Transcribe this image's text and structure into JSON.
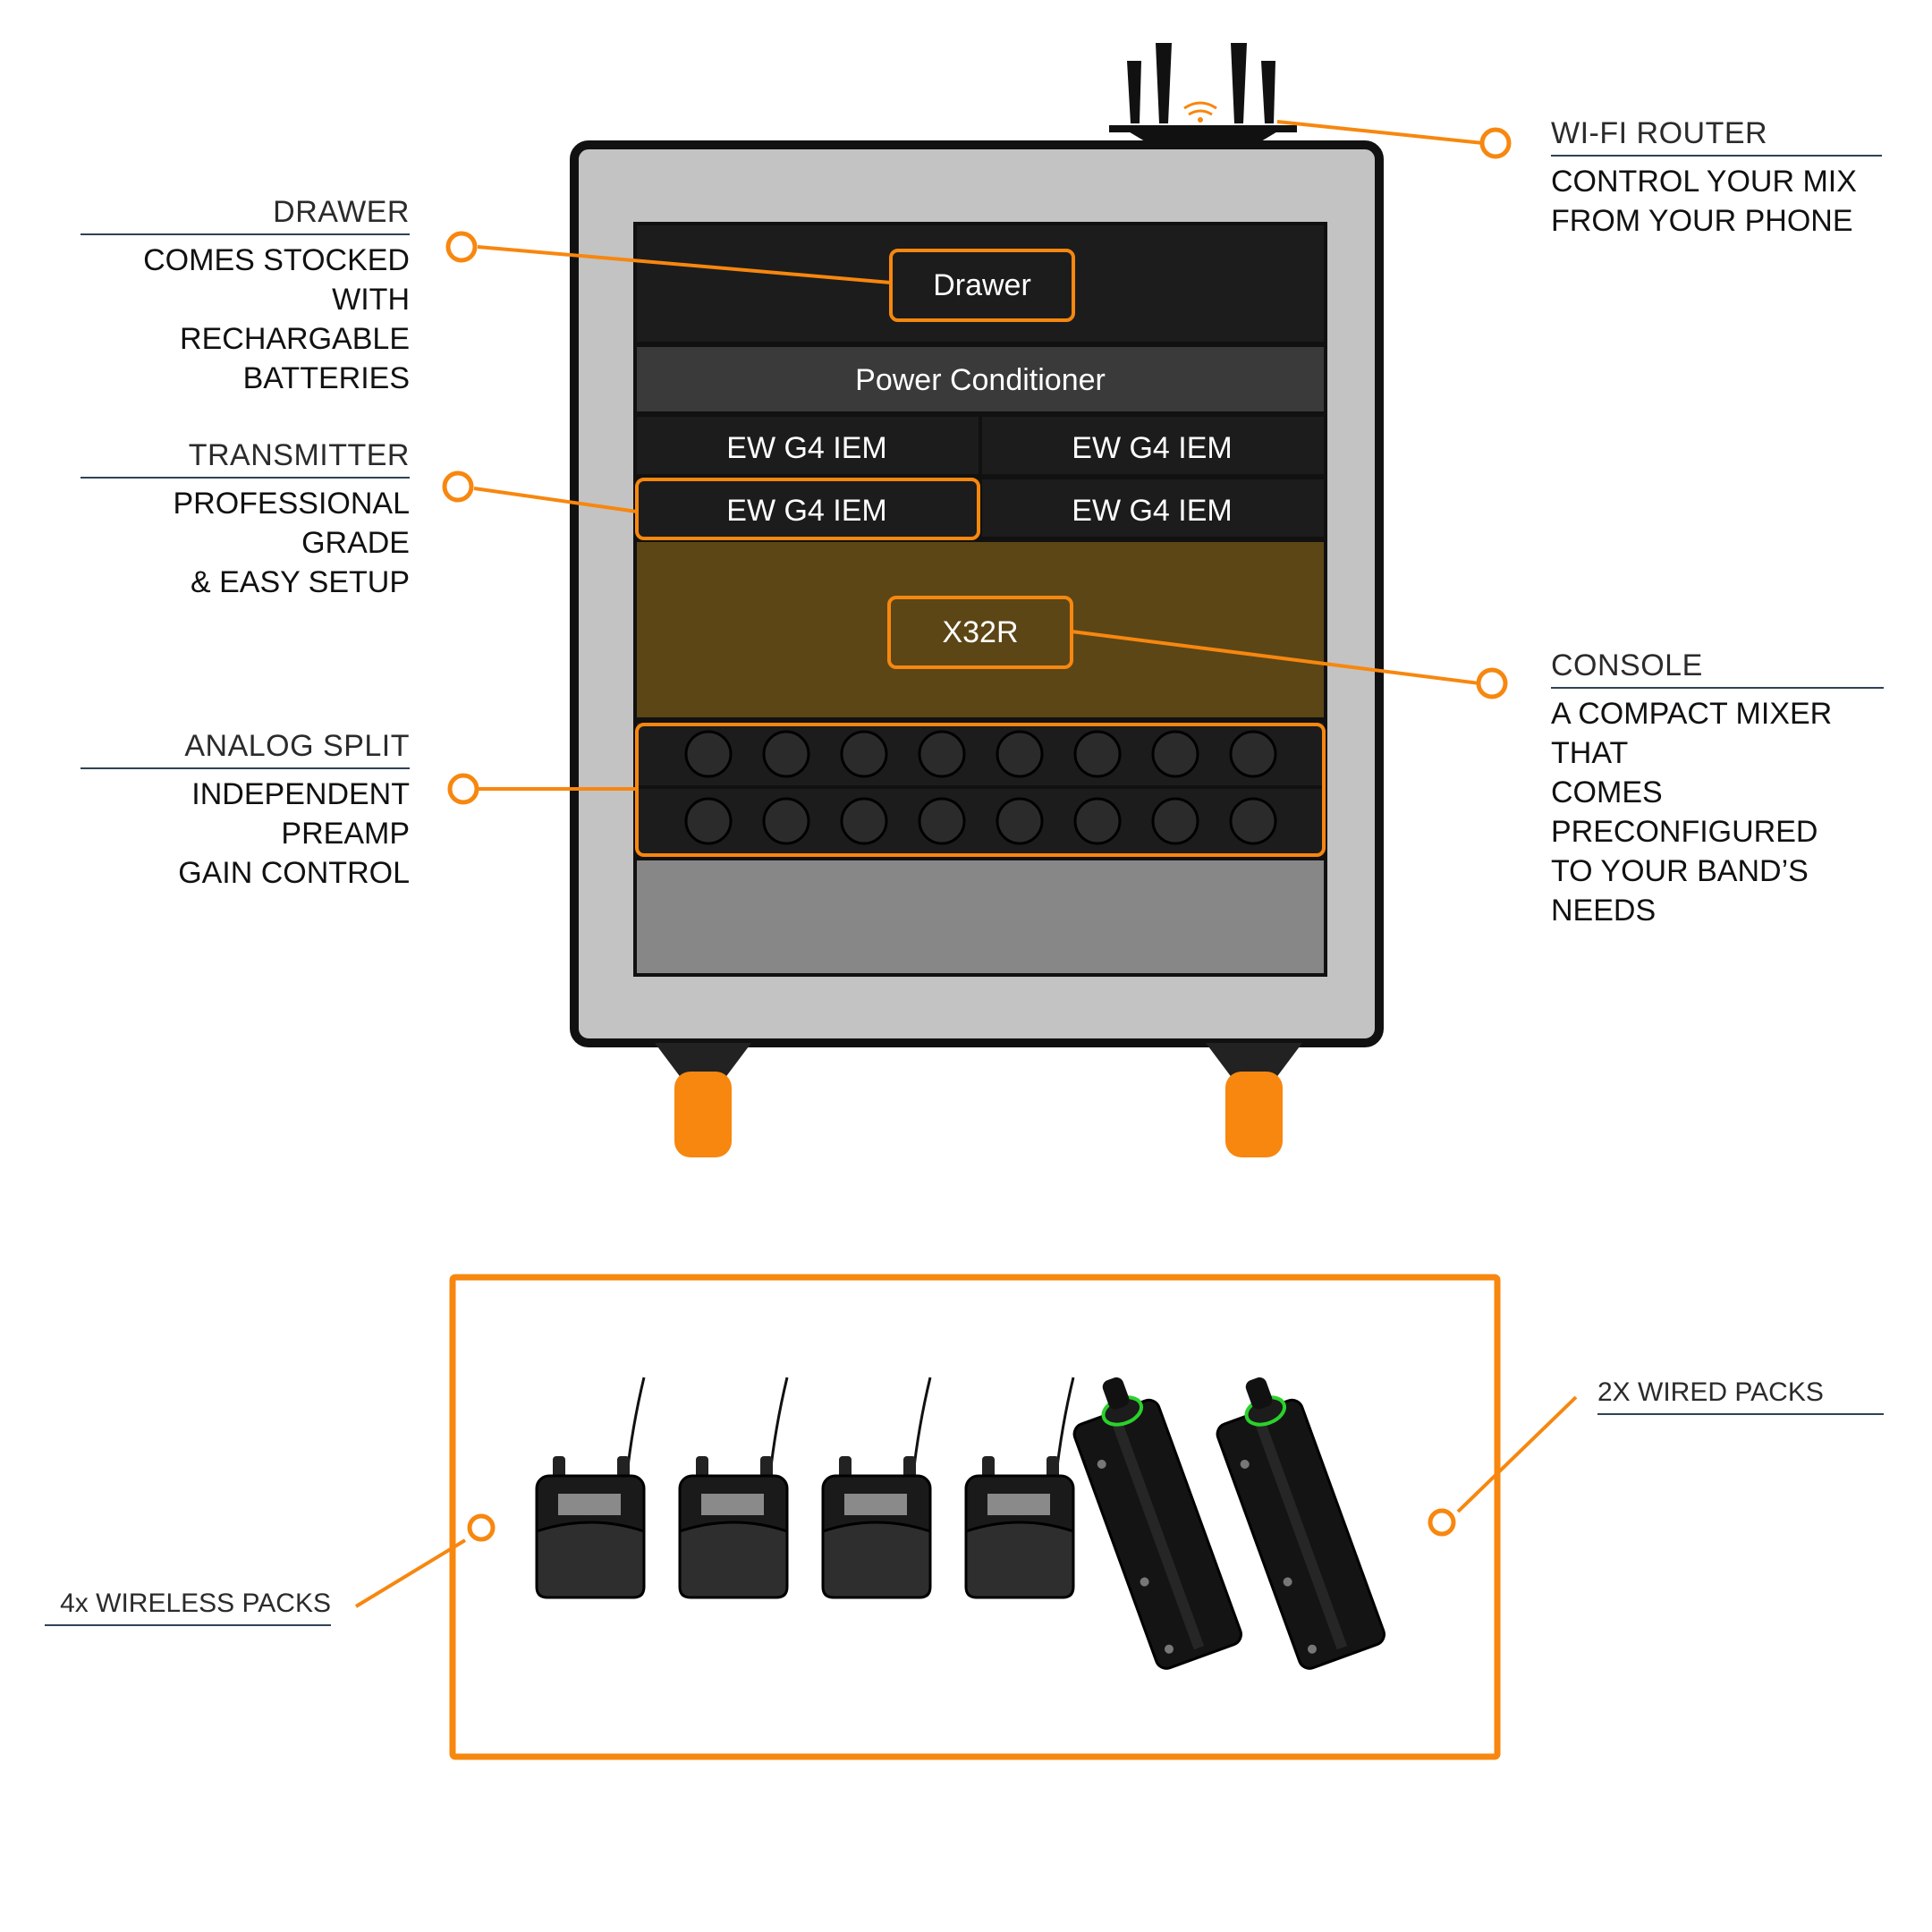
{
  "rack": {
    "drawer_label": "Drawer",
    "power_label": "Power Conditioner",
    "transmitters": [
      "EW G4 IEM",
      "EW G4 IEM",
      "EW G4 IEM",
      "EW G4 IEM"
    ],
    "console_label": "X32R"
  },
  "callouts": {
    "drawer": {
      "title": "DRAWER",
      "lines": [
        "COMES STOCKED WITH",
        "RECHARGABLE BATTERIES"
      ]
    },
    "transmitter": {
      "title": "TRANSMITTER",
      "lines": [
        "PROFESSIONAL GRADE",
        "& EASY SETUP"
      ]
    },
    "analog_split": {
      "title": "ANALOG SPLIT",
      "lines": [
        "INDEPENDENT PREAMP",
        "GAIN CONTROL"
      ]
    },
    "wifi_router": {
      "title": "WI-FI ROUTER",
      "lines": [
        "CONTROL YOUR MIX",
        "FROM YOUR PHONE"
      ]
    },
    "console": {
      "title": "CONSOLE",
      "lines": [
        "A COMPACT MIXER THAT",
        "COMES PRECONFIGURED",
        "TO YOUR BAND’S NEEDS"
      ]
    }
  },
  "packs": {
    "wireless_label": "4x WIRELESS PACKS",
    "wired_label": "2X WIRED PACKS"
  },
  "colors": {
    "accent": "#f7870f",
    "case_gray": "#c3c3c3",
    "rack_dark": "#1c1c1c",
    "console_brown": "#5c4616",
    "blank_panel": "#878787",
    "label_rule": "#2e4257"
  }
}
